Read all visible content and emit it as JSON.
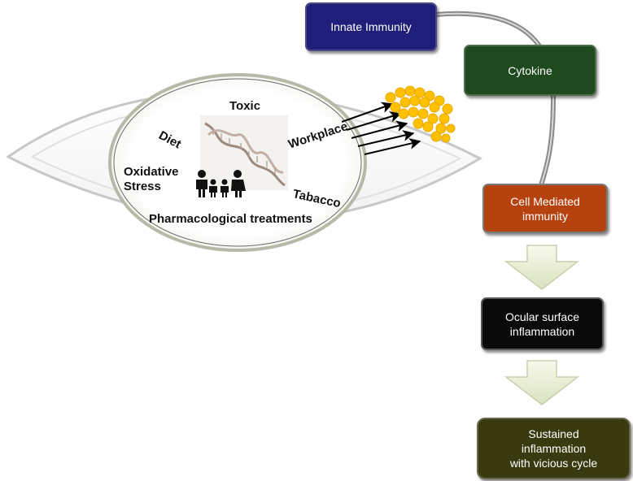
{
  "eye_factors": {
    "toxic": "Toxic",
    "diet": "Diet",
    "workplace": "Workplace",
    "oxidative_line1": "Oxidative",
    "oxidative_line2": "Stress",
    "tabacco": "Tabacco",
    "pharmacological": "Pharmacological treatments"
  },
  "flow": {
    "innate_immunity": "Innate Immunity",
    "cytokine": "Cytokine",
    "cell_mediated_line1": "Cell Mediated",
    "cell_mediated_line2": "immunity",
    "ocular_line1": "Ocular surface",
    "ocular_line2": "inflammation",
    "sustained_line1": "Sustained",
    "sustained_line2": "inflammation",
    "sustained_line3": "with vicious cycle"
  },
  "colors": {
    "innate_immunity": "#1f1f7a",
    "cytokine": "#1f4a1f",
    "cell_mediated": "#b5420f",
    "ocular": "#0a0a0a",
    "sustained": "#3a3a10",
    "irritant_blob": "#ffc000"
  }
}
